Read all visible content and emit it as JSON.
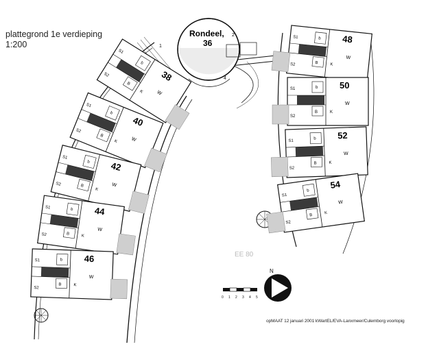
{
  "title_line1": "plattegrond 1e verdieping",
  "title_line2": "1:200",
  "rondeel_label": "Rondeel,",
  "rondeel_small": "2",
  "rondeel_number": "36",
  "label_1": "1",
  "label_4": "4",
  "faint_code": "EE 80",
  "north_label": "N",
  "scale_ticks": [
    "0",
    "1",
    "2",
    "3",
    "4",
    "5"
  ],
  "credit": "opMAAT 12 januari 2001 kWartEL/EVA-Lanxmeer/Culemborg voorlopig",
  "room_codes": {
    "s1": "S1",
    "s2": "S2",
    "b": "b",
    "bath": "B",
    "kitchen": "K",
    "living": "W"
  },
  "left_units": [
    {
      "number": "38"
    },
    {
      "number": "40"
    },
    {
      "number": "42"
    },
    {
      "number": "44"
    },
    {
      "number": "46"
    }
  ],
  "right_units": [
    {
      "number": "48"
    },
    {
      "number": "50"
    },
    {
      "number": "52"
    },
    {
      "number": "54"
    }
  ]
}
